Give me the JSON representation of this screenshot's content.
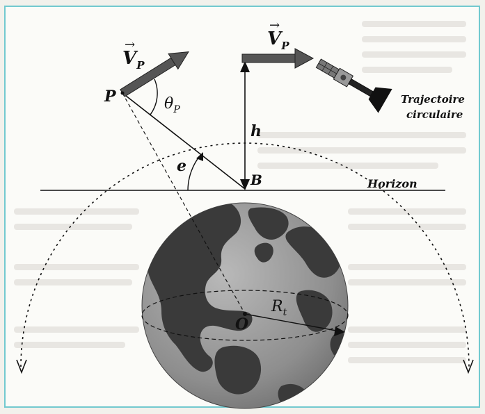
{
  "labels": {
    "velocity_symbol": "V",
    "velocity_subscript": "P",
    "angle_theta": "θ",
    "angle_theta_subscript": "P",
    "point_p": "P",
    "height_h": "h",
    "elevation_e": "e",
    "point_b": "B",
    "point_o": "O",
    "radius_r": "R",
    "radius_subscript": "t",
    "horizon": "Horizon",
    "trajectory_line1": "Trajectoire",
    "trajectory_line2": "circulaire"
  },
  "colors": {
    "frame_border": "#72c9cf",
    "earth_ocean": "#9a9a9a",
    "earth_land": "#3a3a3a",
    "arrow_fill": "#555555",
    "line": "#111111"
  },
  "icons": {
    "satellite": "satellite-icon",
    "earth": "earth-globe-icon"
  }
}
